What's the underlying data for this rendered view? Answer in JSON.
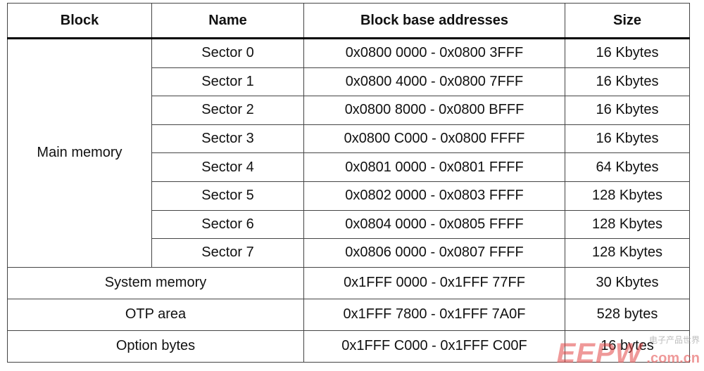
{
  "headers": {
    "block": "Block",
    "name": "Name",
    "addresses": "Block base addresses",
    "size": "Size"
  },
  "main_memory": {
    "label": "Main memory",
    "sectors": [
      {
        "name": "Sector 0",
        "range": "0x0800 0000 - 0x0800 3FFF",
        "size": "16 Kbytes"
      },
      {
        "name": "Sector 1",
        "range": "0x0800 4000 - 0x0800 7FFF",
        "size": "16 Kbytes"
      },
      {
        "name": "Sector 2",
        "range": "0x0800 8000 - 0x0800 BFFF",
        "size": "16 Kbytes"
      },
      {
        "name": "Sector 3",
        "range": "0x0800 C000 - 0x0800 FFFF",
        "size": "16 Kbytes"
      },
      {
        "name": "Sector 4",
        "range": "0x0801 0000 - 0x0801 FFFF",
        "size": "64 Kbytes"
      },
      {
        "name": "Sector 5",
        "range": "0x0802 0000 - 0x0803 FFFF",
        "size": "128 Kbytes"
      },
      {
        "name": "Sector 6",
        "range": "0x0804 0000 - 0x0805 FFFF",
        "size": "128 Kbytes"
      },
      {
        "name": "Sector 7",
        "range": "0x0806 0000 - 0x0807 FFFF",
        "size": "128 Kbytes"
      }
    ]
  },
  "other_blocks": [
    {
      "label": "System memory",
      "range": "0x1FFF 0000 - 0x1FFF 77FF",
      "size": "30 Kbytes"
    },
    {
      "label": "OTP area",
      "range": "0x1FFF 7800 - 0x1FFF 7A0F",
      "size": "528 bytes"
    },
    {
      "label": "Option bytes",
      "range": "0x1FFF C000 - 0x1FFF C00F",
      "size": "16 bytes"
    }
  ],
  "watermark": {
    "logo": "EEPW",
    "site": ".com.cn",
    "tag": "电子产品世界"
  }
}
